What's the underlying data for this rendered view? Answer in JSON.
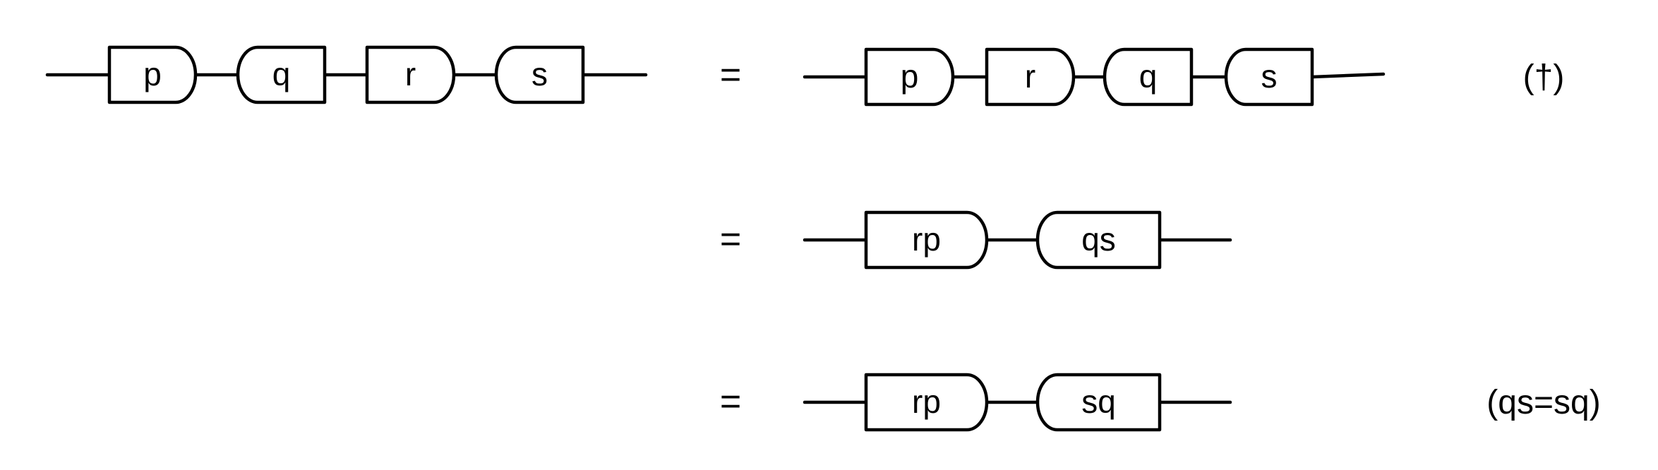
{
  "colors": {
    "stroke": "#000000",
    "background": "#ffffff"
  },
  "equals_sign": "=",
  "rows": [
    {
      "lhs": [
        {
          "label": "p",
          "round": "right"
        },
        {
          "label": "q",
          "round": "left"
        },
        {
          "label": "r",
          "round": "right"
        },
        {
          "label": "s",
          "round": "left"
        }
      ],
      "rhs": [
        {
          "label": "p",
          "round": "right"
        },
        {
          "label": "r",
          "round": "right"
        },
        {
          "label": "q",
          "round": "left"
        },
        {
          "label": "s",
          "round": "left"
        }
      ],
      "annotation": "(†)"
    },
    {
      "rhs": [
        {
          "label": "rp",
          "round": "right"
        },
        {
          "label": "qs",
          "round": "left"
        }
      ],
      "annotation": ""
    },
    {
      "rhs": [
        {
          "label": "rp",
          "round": "right"
        },
        {
          "label": "sq",
          "round": "left"
        }
      ],
      "annotation": "(qs=sq)"
    }
  ]
}
